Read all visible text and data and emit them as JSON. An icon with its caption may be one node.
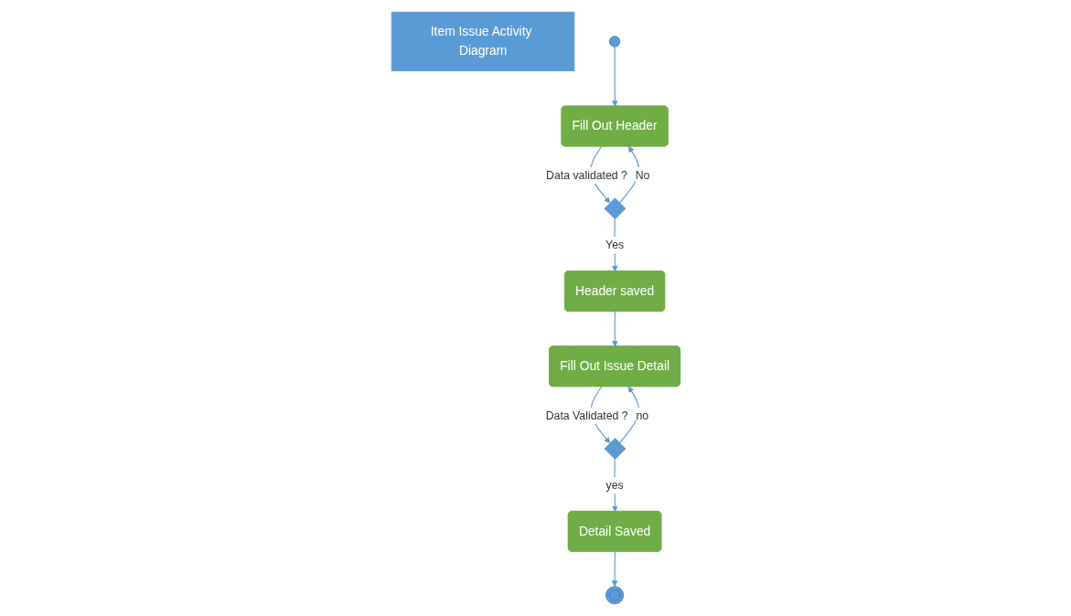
{
  "diagram": {
    "nodes": [
      {
        "text": [
          "Item Issue Activity Diagram"
        ]
      },
      {
        "text": [],
        "shape": "circle"
      },
      {
        "text": [
          "Fill Out Header"
        ]
      },
      {
        "text": [],
        "shape": "diamond"
      },
      {
        "text": [
          "Header saved"
        ]
      },
      {
        "text": [
          "Fill Out Issue Detail"
        ]
      },
      {
        "text": [],
        "shape": "diamond"
      },
      {
        "text": [
          "Detail Saved"
        ]
      },
      {
        "text": [],
        "shape": "circle"
      }
    ],
    "edges": [
      {
        "from": 1,
        "to": 2,
        "arrow": "to"
      },
      {
        "from": 2,
        "to": 3,
        "label": "Data validated ?",
        "arrow": "to"
      },
      {
        "from": 3,
        "to": 2,
        "label": "No",
        "arrow": "to"
      },
      {
        "from": 3,
        "to": 4,
        "label": "Yes",
        "arrow": "to"
      },
      {
        "from": 4,
        "to": 5,
        "arrow": "to"
      },
      {
        "from": 5,
        "to": 6,
        "label": "Data Validated ?",
        "arrow": "to"
      },
      {
        "from": 6,
        "to": 5,
        "label": "no",
        "arrow": "to"
      },
      {
        "from": 6,
        "to": 7,
        "label": "yes",
        "arrow": "to"
      },
      {
        "from": 7,
        "to": 8,
        "arrow": "to"
      }
    ]
  }
}
